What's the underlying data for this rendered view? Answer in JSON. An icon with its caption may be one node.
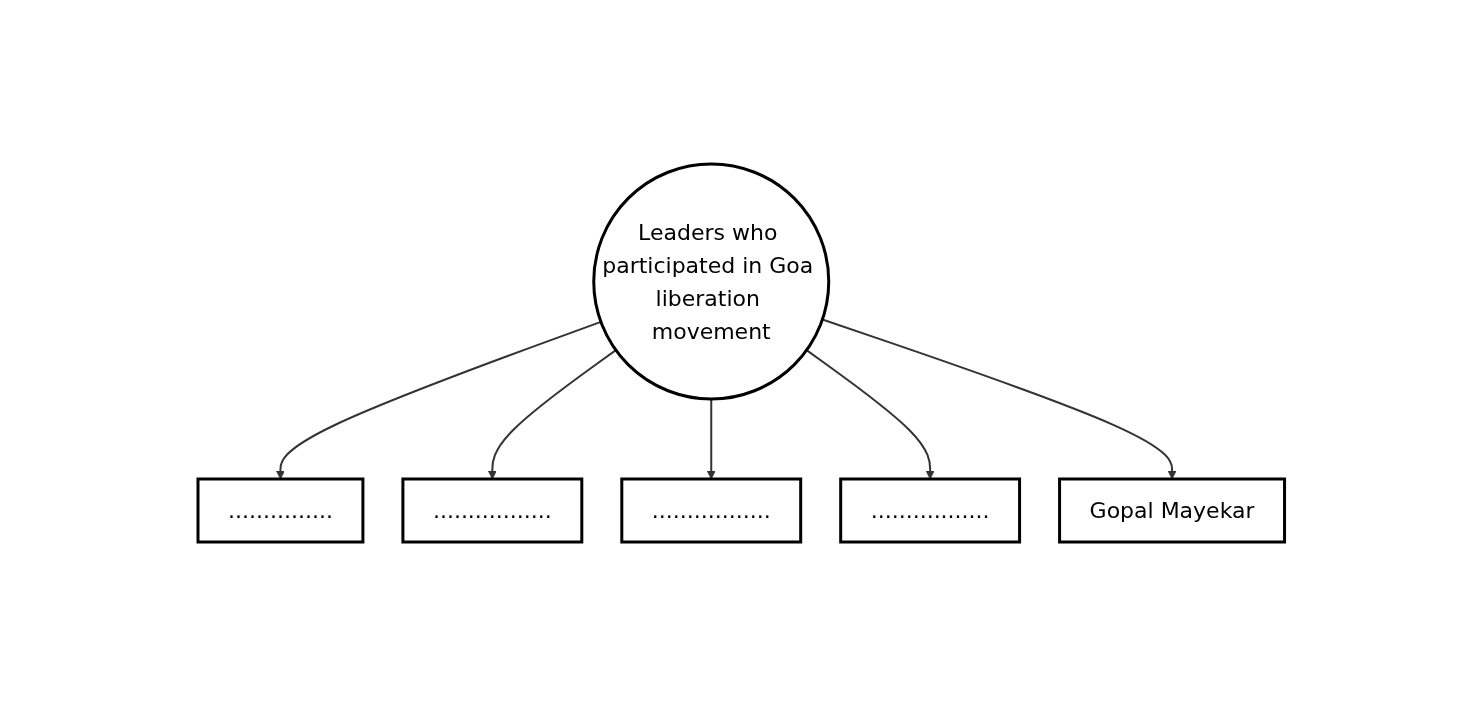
{
  "diagram": {
    "nodes": [
      {
        "text": [
          "Leaders who participated in Goa liberation movement"
        ]
      },
      {
        "text": [
          "..............."
        ]
      },
      {
        "text": [
          "................."
        ]
      },
      {
        "text": [
          "................."
        ]
      },
      {
        "text": [
          "................."
        ]
      },
      {
        "text": [
          "Gopal Mayekar"
        ]
      }
    ],
    "edges": [
      {
        "from": 0,
        "to": 1,
        "arrow": "to"
      },
      {
        "from": 0,
        "to": 2,
        "arrow": "to"
      },
      {
        "from": 0,
        "to": 3,
        "arrow": "to"
      },
      {
        "from": 0,
        "to": 4,
        "arrow": "to"
      },
      {
        "from": 0,
        "to": 5,
        "arrow": "to"
      }
    ]
  }
}
